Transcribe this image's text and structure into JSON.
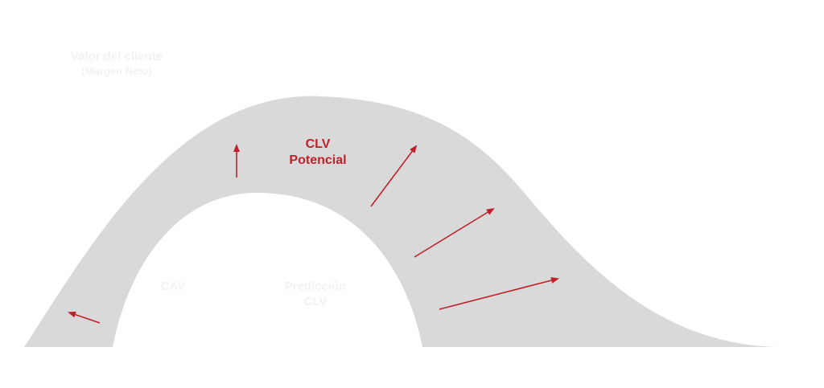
{
  "colors": {
    "band_fill": "#d9d9d9",
    "accent": "#c0202a",
    "faint_text": "#f2f2f2",
    "background": "#ffffff"
  },
  "labels": {
    "y_axis_title": "Valor del cliente",
    "y_axis_subtitle": "(Margen Neto)",
    "potential_line1": "CLV",
    "potential_line2": "Potencial",
    "cav": "CAV",
    "prediction_line1": "Predicción",
    "prediction_line2": "CLV"
  },
  "arrows": [
    {
      "name": "arrow-left",
      "direction": "outward-left"
    },
    {
      "name": "arrow-up",
      "direction": "up"
    },
    {
      "name": "arrow-upper-right",
      "direction": "up-right"
    },
    {
      "name": "arrow-right-mid",
      "direction": "up-right"
    },
    {
      "name": "arrow-right-low",
      "direction": "right"
    }
  ]
}
